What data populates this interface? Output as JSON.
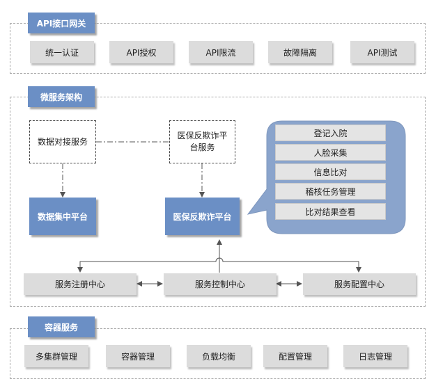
{
  "gateway": {
    "title": "API接口网关",
    "items": [
      "统一认证",
      "API授权",
      "API限流",
      "故障隔离",
      "API测试"
    ]
  },
  "micro": {
    "title": "微服务架构",
    "data_docking": "数据对接服务",
    "fraud_service_line1": "医保反欺诈平",
    "fraud_service_line2": "台服务",
    "data_platform": "数据集中平台",
    "fraud_platform": "医保反欺诈平台",
    "callout_items": [
      "登记入院",
      "人脸采集",
      "信息比对",
      "稽核任务管理",
      "比对结果查看"
    ],
    "registry": "服务注册中心",
    "control": "服务控制中心",
    "config": "服务配置中心"
  },
  "container": {
    "title": "容器服务",
    "items": [
      "多集群管理",
      "容器管理",
      "负载均衡",
      "配置管理",
      "日志管理"
    ]
  },
  "colors": {
    "accent": "#6b8fc5",
    "callout_bg": "#8aa4cc",
    "gray_box": "#dcdcdc"
  }
}
